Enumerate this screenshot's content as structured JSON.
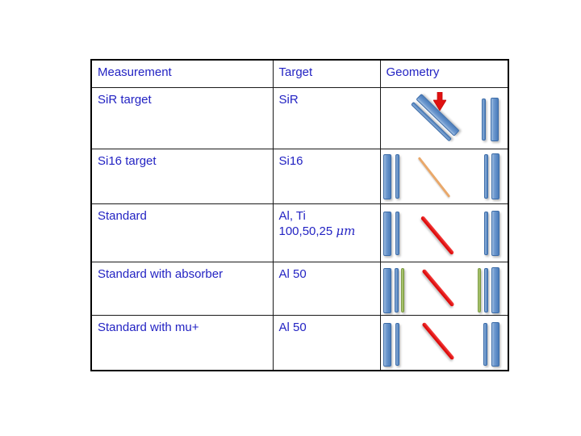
{
  "table": {
    "headers": [
      {
        "label": "Measurement"
      },
      {
        "label": "Target"
      },
      {
        "label": "Geometry"
      }
    ],
    "rows": [
      {
        "measurement": "SiR target",
        "target": "SiR",
        "geometry_icon": "tilted-double-target-with-beam-arrow-and-detector-pair"
      },
      {
        "measurement": "Si16 target",
        "target": "Si16",
        "geometry_icon": "detector-pair-orange-target-line-detector-pair"
      },
      {
        "measurement": "Standard",
        "target": "Al, Ti",
        "target2_value": "100,50,25",
        "target2_unit": "μm",
        "geometry_icon": "detector-pair-red-target-line-detector-pair"
      },
      {
        "measurement": "Standard with absorber",
        "target": "Al 50",
        "geometry_icon": "detector-pair-with-green-absorber-red-target-line"
      },
      {
        "measurement": "Standard with mu+",
        "target": "Al 50",
        "geometry_icon": "detector-pair-red-target-line-detector-pair"
      }
    ],
    "colors": {
      "text": "#2323c3",
      "table_border": "#000000",
      "bar_blue": "#4f81bd",
      "bar_green": "#9bbb59",
      "line_red": "#e01111",
      "line_orange": "#e9a86a",
      "arrow_red": "#e01111"
    }
  }
}
